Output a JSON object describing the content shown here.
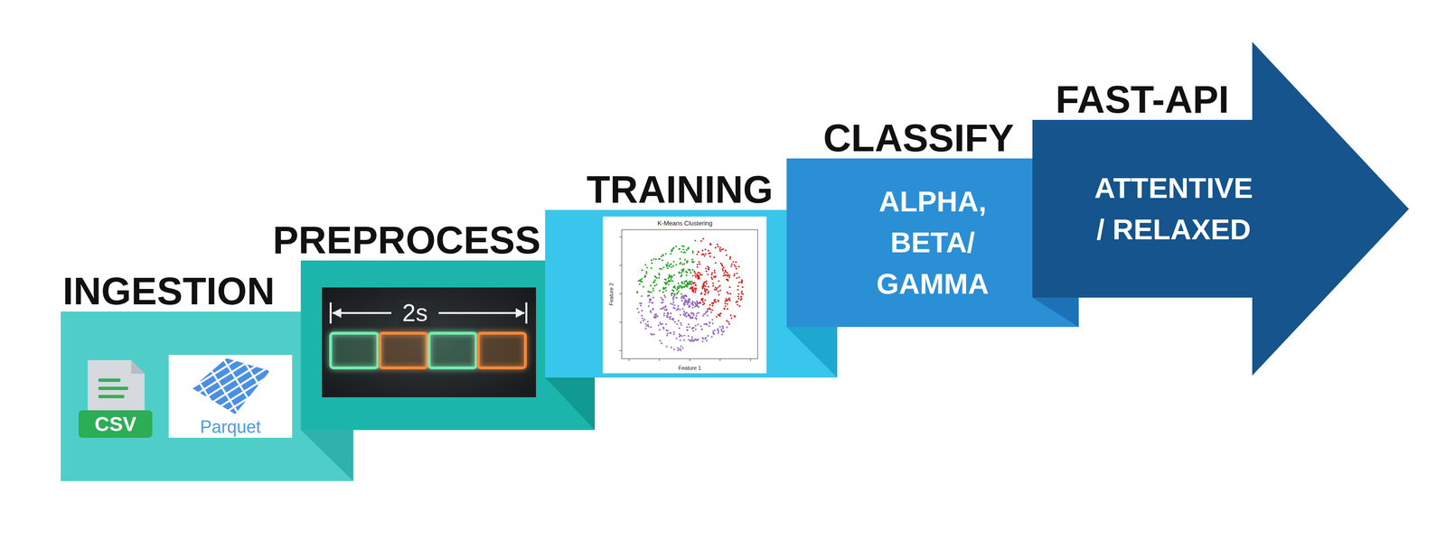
{
  "diagram": {
    "nodes": [
      {
        "text": [
          "INGESTION"
        ]
      },
      {
        "text": [
          "PREPROCESS"
        ]
      },
      {
        "text": [
          "TRAINING"
        ]
      },
      {
        "text": [
          "CLASSIFY",
          "ALPHA, BETA/ GAMMA"
        ]
      },
      {
        "text": [
          "FAST-API",
          "ATTENTIVE / RELAXED"
        ]
      }
    ],
    "labels": [
      "CSV",
      "Parquet",
      "2s",
      "K-Means Clustering",
      "Feature 1",
      "Feature 2"
    ]
  }
}
